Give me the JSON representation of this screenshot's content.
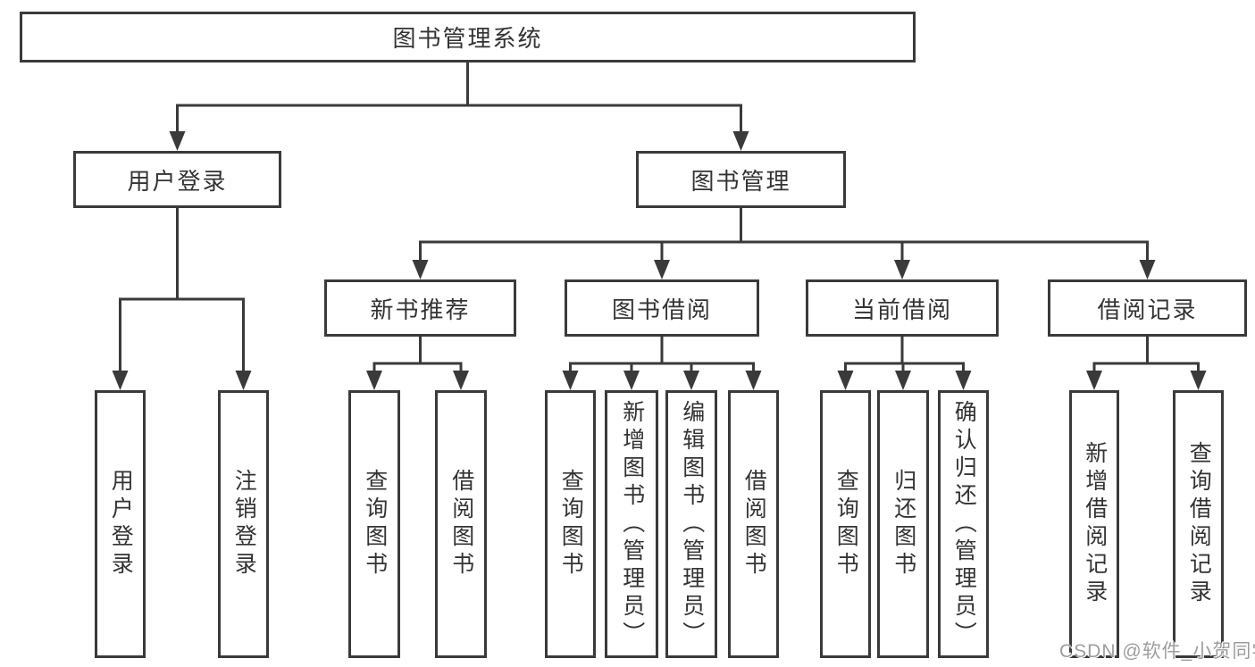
{
  "tree": {
    "label": "图书管理系统",
    "children": [
      {
        "label": "用户登录",
        "children": [
          {
            "label": "用户登录"
          },
          {
            "label": "注销登录"
          }
        ]
      },
      {
        "label": "图书管理",
        "children": [
          {
            "label": "新书推荐",
            "children": [
              {
                "label": "查询图书"
              },
              {
                "label": "借阅图书"
              }
            ]
          },
          {
            "label": "图书借阅",
            "children": [
              {
                "label": "查询图书"
              },
              {
                "label": "新增图书（管理员）"
              },
              {
                "label": "编辑图书（管理员）"
              },
              {
                "label": "借阅图书"
              }
            ]
          },
          {
            "label": "当前借阅",
            "children": [
              {
                "label": "查询图书"
              },
              {
                "label": "归还图书"
              },
              {
                "label": "确认归还（管理员）"
              }
            ]
          },
          {
            "label": "借阅记录",
            "children": [
              {
                "label": "新增借阅记录"
              },
              {
                "label": "查询借阅记录"
              }
            ]
          }
        ]
      }
    ]
  },
  "watermark": {
    "text": "CSDN @软件_小贺同学"
  },
  "colors": {
    "line": "#3a3a3a",
    "text": "#333333",
    "background": "#ffffff",
    "watermark": "#9d9d9d"
  }
}
